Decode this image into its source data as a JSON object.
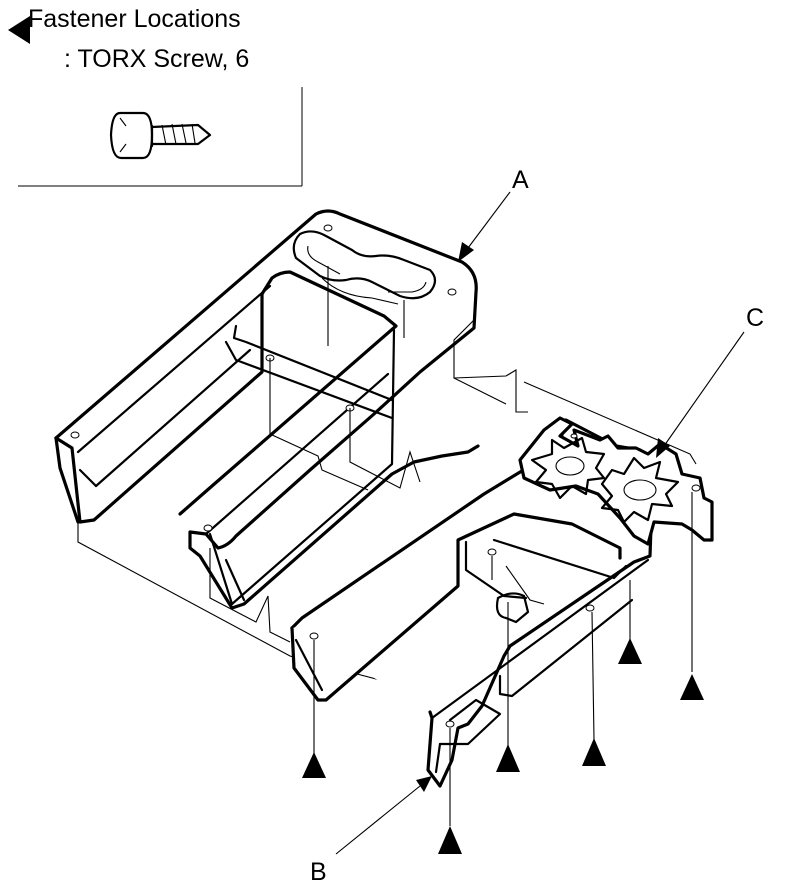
{
  "legend": {
    "title": "Fastener Locations",
    "subtitle": ": TORX Screw, 6",
    "icon": "torx-screw-icon"
  },
  "labels": {
    "a": "A",
    "b": "B",
    "c": "C"
  },
  "fastener_marker_count": 6
}
